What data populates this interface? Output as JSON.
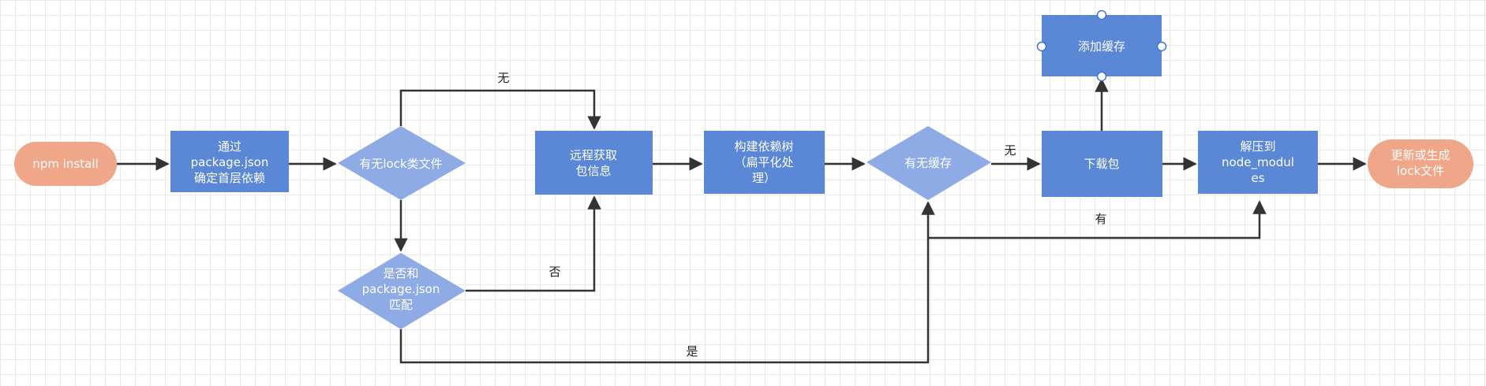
{
  "colors": {
    "process": "#5a87d6",
    "decision": "#8eabe6",
    "terminal": "#f0a688",
    "edge": "#333333",
    "handle": "#3f74d1"
  },
  "nodes": {
    "start": [
      "npm install"
    ],
    "read_pkg": [
      "通过",
      "package.json",
      "确定首层依赖"
    ],
    "has_lock": [
      "有无lock类文件"
    ],
    "match_pkg": [
      "是否和",
      "package.json",
      "匹配"
    ],
    "fetch_remote": [
      "远程获取",
      "包信息"
    ],
    "build_tree": [
      "构建依赖树",
      "（扁平化处",
      "理）"
    ],
    "has_cache": [
      "有无缓存"
    ],
    "download": [
      "下载包"
    ],
    "add_cache": [
      "添加缓存"
    ],
    "extract": [
      "解压到",
      "node_modul",
      "es"
    ],
    "end": [
      "更新或生成",
      "lock文件"
    ]
  },
  "edges": {
    "lock_none": "无",
    "match_no": "否",
    "match_yes": "是",
    "cache_none": "无",
    "cache_has": "有"
  }
}
